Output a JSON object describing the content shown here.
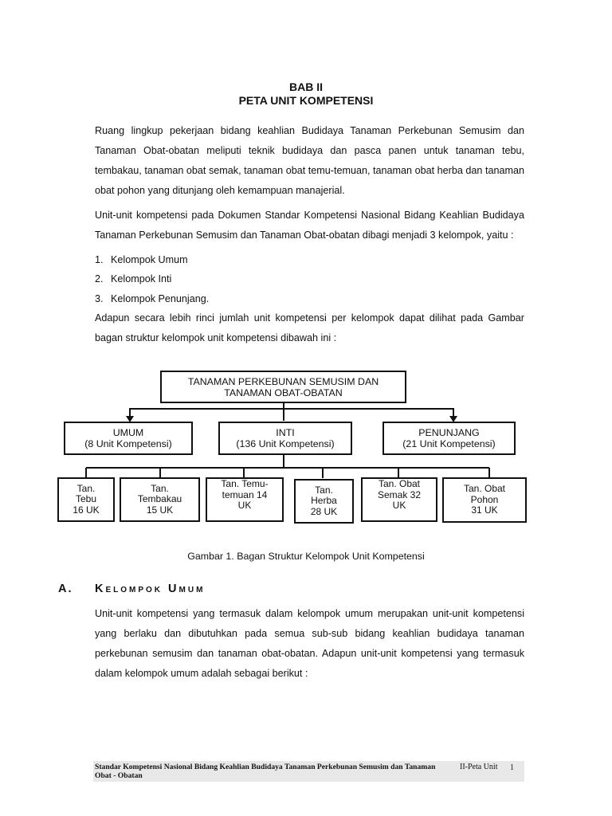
{
  "header": {
    "chapter": "BAB II",
    "title": "PETA UNIT KOMPETENSI"
  },
  "paragraphs": {
    "intro": "Ruang lingkup pekerjaan bidang keahlian Budidaya Tanaman Perkebunan Semusim dan Tanaman Obat-obatan meliputi teknik budidaya dan pasca panen untuk tanaman tebu, tembakau, tanaman obat semak, tanaman obat temu-temuan, tanaman obat herba dan tanaman obat pohon yang ditunjang oleh kemampuan manajerial.",
    "groups": "Unit-unit kompetensi pada Dokumen Standar Kompetensi Nasional Bidang Keahlian Budidaya Tanaman Perkebunan Semusim dan Tanaman Obat-obatan dibagi menjadi 3 kelompok, yaitu :",
    "detail": "Adapun secara lebih rinci jumlah unit kompetensi per kelompok dapat dilihat pada Gambar bagan struktur kelompok unit kompetensi dibawah ini :"
  },
  "list": [
    {
      "num": "1.",
      "label": "Kelompok Umum"
    },
    {
      "num": "2.",
      "label": "Kelompok Inti"
    },
    {
      "num": "3.",
      "label": "Kelompok Penunjang."
    }
  ],
  "diagram": {
    "root": "TANAMAN PERKEBUNAN SEMUSIM DAN\nTANAMAN OBAT-OBATAN",
    "groups": [
      {
        "label": "UMUM\n(8 Unit Kompetensi)"
      },
      {
        "label": "INTI\n(136 Unit Kompetensi)"
      },
      {
        "label": "PENUNJANG\n(21 Unit Kompetensi)"
      }
    ],
    "leaves": [
      {
        "label": "Tan.\nTebu\n16 UK"
      },
      {
        "label": "Tan.\nTembakau\n15 UK"
      },
      {
        "label": "Tan. Temu-\ntemuan  14\nUK"
      },
      {
        "label": "Tan.\nHerba\n28 UK"
      },
      {
        "label": "Tan. Obat\nSemak  32\nUK"
      },
      {
        "label": "Tan. Obat\nPohon\n31 UK"
      }
    ],
    "caption": "Gambar 1. Bagan Struktur Kelompok Unit Kompetensi"
  },
  "section_a": {
    "letter": "A.",
    "title": "Kelompok Umum",
    "body": "Unit-unit kompetensi yang termasuk dalam kelompok umum merupakan unit-unit kompetensi yang berlaku dan dibutuhkan pada semua sub-sub bidang keahlian budidaya tanaman perkebunan semusim dan tanaman obat-obatan.  Adapun unit-unit kompetensi yang termasuk dalam kelompok umum adalah sebagai berikut :"
  },
  "footer": {
    "doc_title": "Standar Kompetensi Nasional Bidang Keahlian Budidaya Tanaman Perkebunan Semusim dan Tanaman Obat - Obatan",
    "chapter": "II-Peta Unit",
    "page": "1"
  }
}
